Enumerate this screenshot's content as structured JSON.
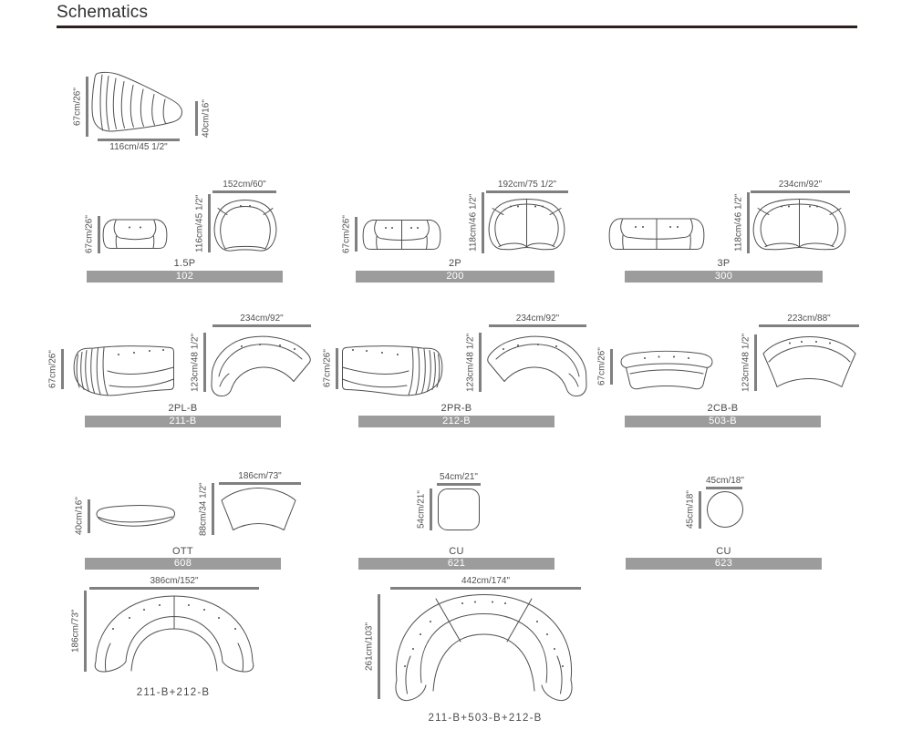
{
  "title": "Schematics",
  "side_view": {
    "back_height": "67cm/26\"",
    "seat_height": "40cm/16\"",
    "width": "116cm/45 1/2\""
  },
  "groups": [
    {
      "name": "1.5P",
      "code": "102",
      "height": "67cm/26\"",
      "width": "152cm/60\"",
      "depth": "116cm/45 1/2\""
    },
    {
      "name": "2P",
      "code": "200",
      "height": "67cm/26\"",
      "width": "192cm/75 1/2\"",
      "depth": "118cm/46 1/2\""
    },
    {
      "name": "3P",
      "code": "300",
      "width": "234cm/92\"",
      "depth": "118cm/46 1/2\""
    },
    {
      "name": "2PL-B",
      "code": "211-B",
      "height": "67cm/26\"",
      "width": "234cm/92\"",
      "depth": "123cm/48 1/2\""
    },
    {
      "name": "2PR-B",
      "code": "212-B",
      "height": "67cm/26\"",
      "width": "234cm/92\"",
      "depth": "123cm/48 1/2\""
    },
    {
      "name": "2CB-B",
      "code": "503-B",
      "height": "67cm/26\"",
      "width": "223cm/88\"",
      "depth": "123cm/48 1/2\""
    },
    {
      "name": "OTT",
      "code": "608",
      "height": "40cm/16\"",
      "width": "186cm/73\"",
      "depth": "88cm/34 1/2\""
    },
    {
      "name": "CU",
      "code": "621",
      "width": "54cm/21\"",
      "depth": "54cm/21\""
    },
    {
      "name": "CU",
      "code": "623",
      "width": "45cm/18\"",
      "depth": "45cm/18\""
    }
  ],
  "configurations": [
    {
      "name": "211-B+212-B",
      "width": "386cm/152\"",
      "depth": "186cm/73\""
    },
    {
      "name": "211-B+503-B+212-B",
      "width": "442cm/174\"",
      "depth": "261cm/103\""
    }
  ],
  "colors": {
    "rule": "#2b211d",
    "bar_bg": "#9c9c9c",
    "bar_text": "#ffffff",
    "drawing_line": "#4f4f4f",
    "dim_line": "#808080",
    "text": "#4f4f4f"
  }
}
